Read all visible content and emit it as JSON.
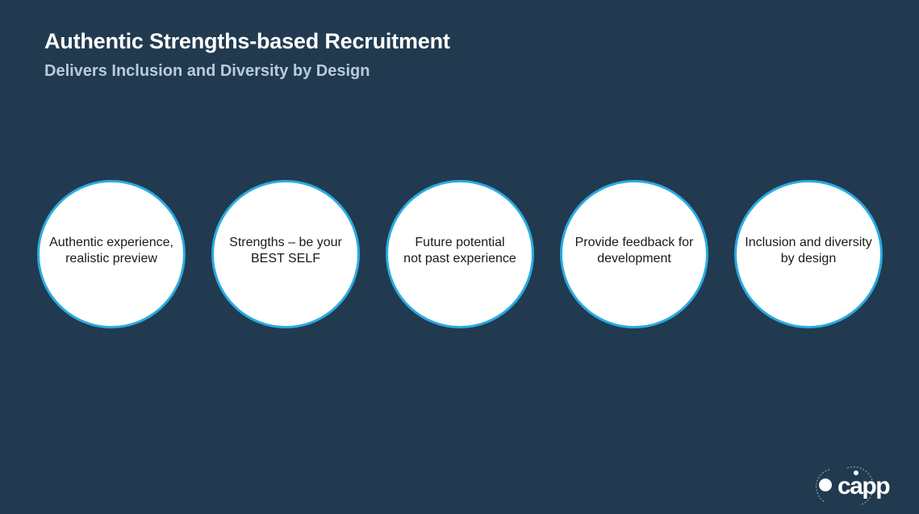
{
  "slide": {
    "title": "Authentic Strengths-based Recruitment",
    "subtitle": "Delivers Inclusion and Diversity by Design",
    "circles": [
      {
        "label": "Authentic experience,\nrealistic preview"
      },
      {
        "label": "Strengths – be your\nBEST SELF"
      },
      {
        "label": "Future potential\nnot past experience"
      },
      {
        "label": "Provide feedback for\ndevelopment"
      },
      {
        "label": "Inclusion and diversity\nby design"
      }
    ],
    "logo": {
      "text": "capp"
    }
  },
  "colors": {
    "background": "#213a4f",
    "title": "#ffffff",
    "subtitle": "#b9cbd9",
    "circle_fill": "#ffffff",
    "circle_border": "#29abe2",
    "circle_text": "#1a1a1a"
  }
}
